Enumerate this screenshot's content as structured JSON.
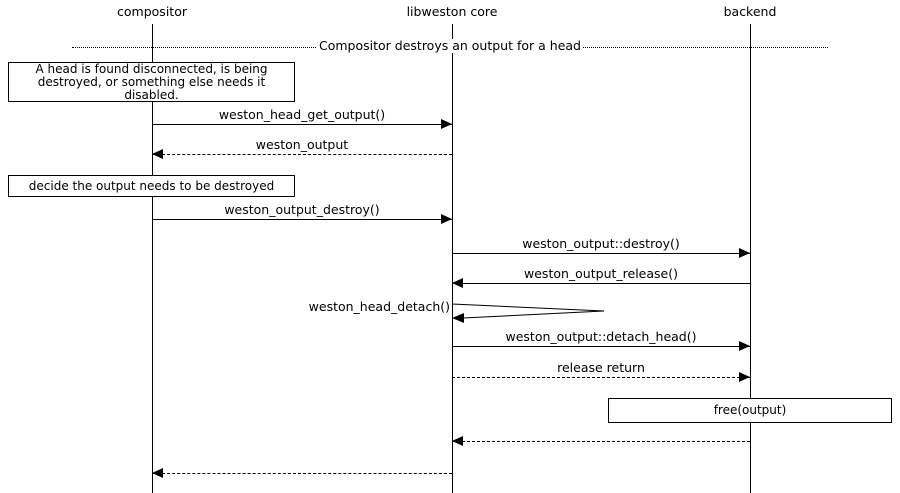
{
  "diagram": {
    "kind": "uml-sequence-diagram",
    "title_divider": "Compositor destroys an output for a head",
    "background": "#ffffff",
    "line_color": "#000000"
  },
  "participants": [
    {
      "id": "compositor",
      "label": "compositor"
    },
    {
      "id": "libweston_core",
      "label": "libweston core"
    },
    {
      "id": "backend",
      "label": "backend"
    }
  ],
  "notes": [
    {
      "id": "note-head-disconnected",
      "text": "A head is found disconnected, is being destroyed, or something else needs it disabled."
    },
    {
      "id": "note-decide-destroy",
      "text": "decide the output needs to be destroyed"
    },
    {
      "id": "note-free-output",
      "text": "free(output)"
    }
  ],
  "messages": [
    {
      "id": "msg-weston-head-get-output",
      "label": "weston_head_get_output()",
      "from": "compositor",
      "to": "libweston_core",
      "style": "solid",
      "direction": "right"
    },
    {
      "id": "msg-weston-output",
      "label": "weston_output",
      "from": "libweston_core",
      "to": "compositor",
      "style": "dashed",
      "direction": "left"
    },
    {
      "id": "msg-weston-output-destroy",
      "label": "weston_output_destroy()",
      "from": "compositor",
      "to": "libweston_core",
      "style": "solid",
      "direction": "right"
    },
    {
      "id": "msg-weston-output-destroy-cb",
      "label": "weston_output::destroy()",
      "from": "libweston_core",
      "to": "backend",
      "style": "solid",
      "direction": "right"
    },
    {
      "id": "msg-weston-output-release",
      "label": "weston_output_release()",
      "from": "backend",
      "to": "libweston_core",
      "style": "solid",
      "direction": "left"
    },
    {
      "id": "msg-weston-head-detach",
      "label": "weston_head_detach()",
      "from": "libweston_core",
      "to": "libweston_core",
      "style": "solid",
      "direction": "self"
    },
    {
      "id": "msg-weston-output-detach-head",
      "label": "weston_output::detach_head()",
      "from": "libweston_core",
      "to": "backend",
      "style": "solid",
      "direction": "right"
    },
    {
      "id": "msg-release-return",
      "label": "release return",
      "from": "libweston_core",
      "to": "backend",
      "style": "dashed",
      "direction": "right"
    },
    {
      "id": "msg-backend-return",
      "label": "",
      "from": "backend",
      "to": "libweston_core",
      "style": "dashed",
      "direction": "left"
    },
    {
      "id": "msg-libweston-return",
      "label": "",
      "from": "libweston_core",
      "to": "compositor",
      "style": "dashed",
      "direction": "left"
    }
  ]
}
